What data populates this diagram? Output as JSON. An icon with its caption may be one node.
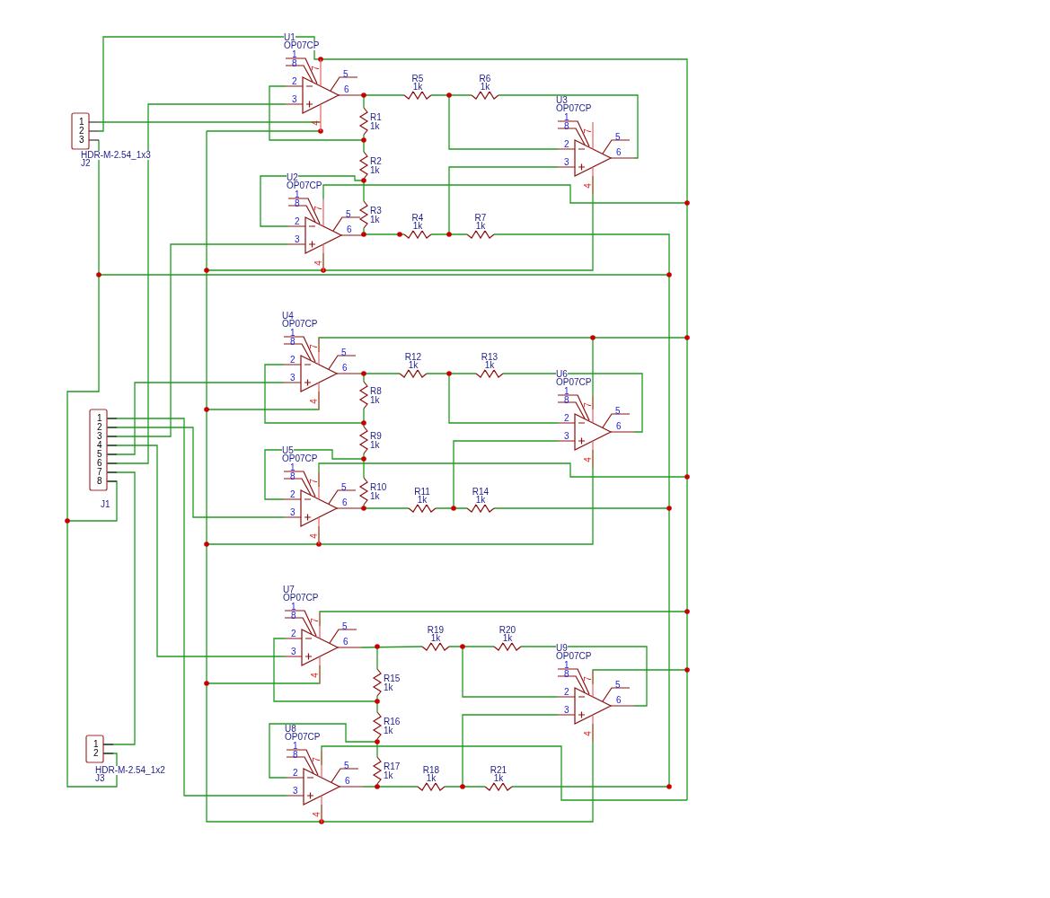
{
  "diagram": {
    "labels": [
      "U1",
      "OP07CP",
      "1",
      "8",
      "7",
      "5",
      "2",
      "3",
      "6",
      "4",
      "1",
      "2",
      "3",
      "HDR-M-2.54_1x3",
      "J2",
      "R5",
      "1k",
      "R6",
      "1k",
      "R1",
      "1k",
      "U3",
      "OP07CP",
      "1",
      "8",
      "7",
      "5",
      "2",
      "3",
      "6",
      "4",
      "R2",
      "1k",
      "U2",
      "OP07CP",
      "1",
      "8",
      "7",
      "5",
      "2",
      "3",
      "6",
      "4",
      "R3",
      "1k",
      "R4",
      "1k",
      "R7",
      "1k",
      "U4",
      "OP07CP",
      "1",
      "8",
      "7",
      "5",
      "2",
      "3",
      "6",
      "4",
      "R12",
      "1k",
      "R13",
      "1k",
      "R8",
      "1k",
      "U6",
      "OP07CP",
      "1",
      "8",
      "7",
      "5",
      "2",
      "3",
      "6",
      "4",
      "1",
      "2",
      "3",
      "4",
      "5",
      "6",
      "7",
      "8",
      "J1",
      "R9",
      "1k",
      "U5",
      "OP07CP",
      "1",
      "8",
      "7",
      "5",
      "2",
      "3",
      "6",
      "4",
      "R10",
      "1k",
      "R11",
      "1k",
      "R14",
      "1k",
      "U7",
      "OP07CP",
      "1",
      "8",
      "7",
      "5",
      "2",
      "3",
      "6",
      "4",
      "R19",
      "1k",
      "R20",
      "1k",
      "R15",
      "1k",
      "U9",
      "OP07CP",
      "1",
      "8",
      "7",
      "5",
      "2",
      "3",
      "6",
      "4",
      "R16",
      "1k",
      "U8",
      "OP07CP",
      "1",
      "8",
      "7",
      "5",
      "2",
      "3",
      "6",
      "4",
      "1",
      "2",
      "HDR-M-2.54_1x2",
      "J3",
      "R17",
      "1k",
      "R18",
      "1k",
      "R21",
      "1k"
    ]
  }
}
